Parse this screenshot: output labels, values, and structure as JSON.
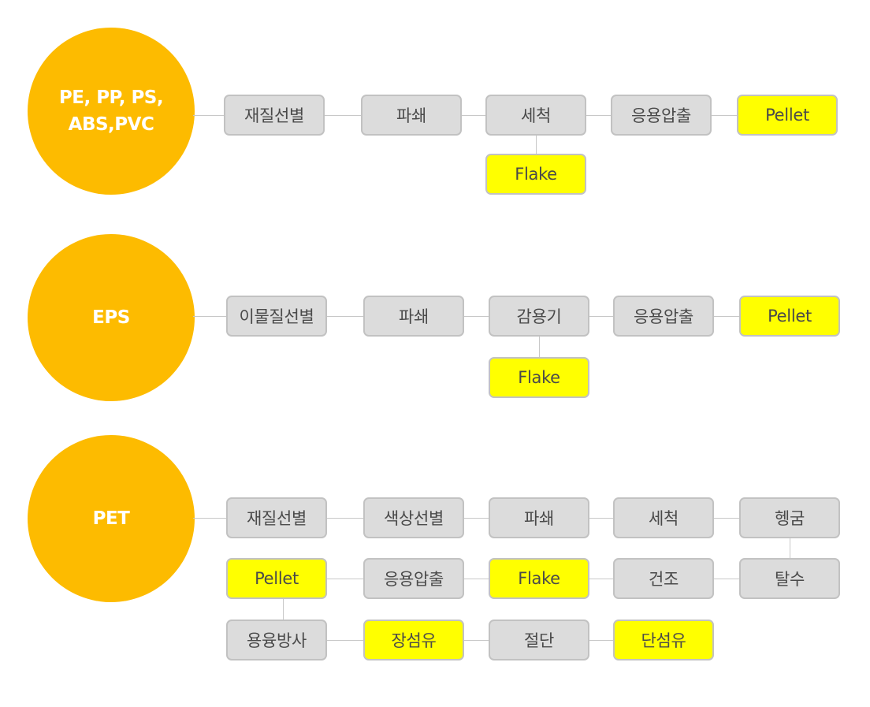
{
  "colors": {
    "circle": "#FDBB00",
    "box": "#DCDCDC",
    "box_border": "#C2C2C2",
    "highlight": "#FFFF00",
    "connector": "#C8C8C8"
  },
  "groups": [
    {
      "label": "PE, PP, PS,\nABS,PVC",
      "row1": [
        "재질선별",
        "파쇄",
        "세척",
        "응용압출",
        "Pellet"
      ],
      "branch": "Flake"
    },
    {
      "label": "EPS",
      "row1": [
        "이물질선별",
        "파쇄",
        "감용기",
        "응용압출",
        "Pellet"
      ],
      "branch": "Flake"
    },
    {
      "label": "PET",
      "row1": [
        "재질선별",
        "색상선별",
        "파쇄",
        "세척",
        "헹굼"
      ],
      "row2": [
        "Pellet",
        "응용압출",
        "Flake",
        "건조",
        "탈수"
      ],
      "row3": [
        "용융방사",
        "장섬유",
        "절단",
        "단섬유"
      ]
    }
  ]
}
